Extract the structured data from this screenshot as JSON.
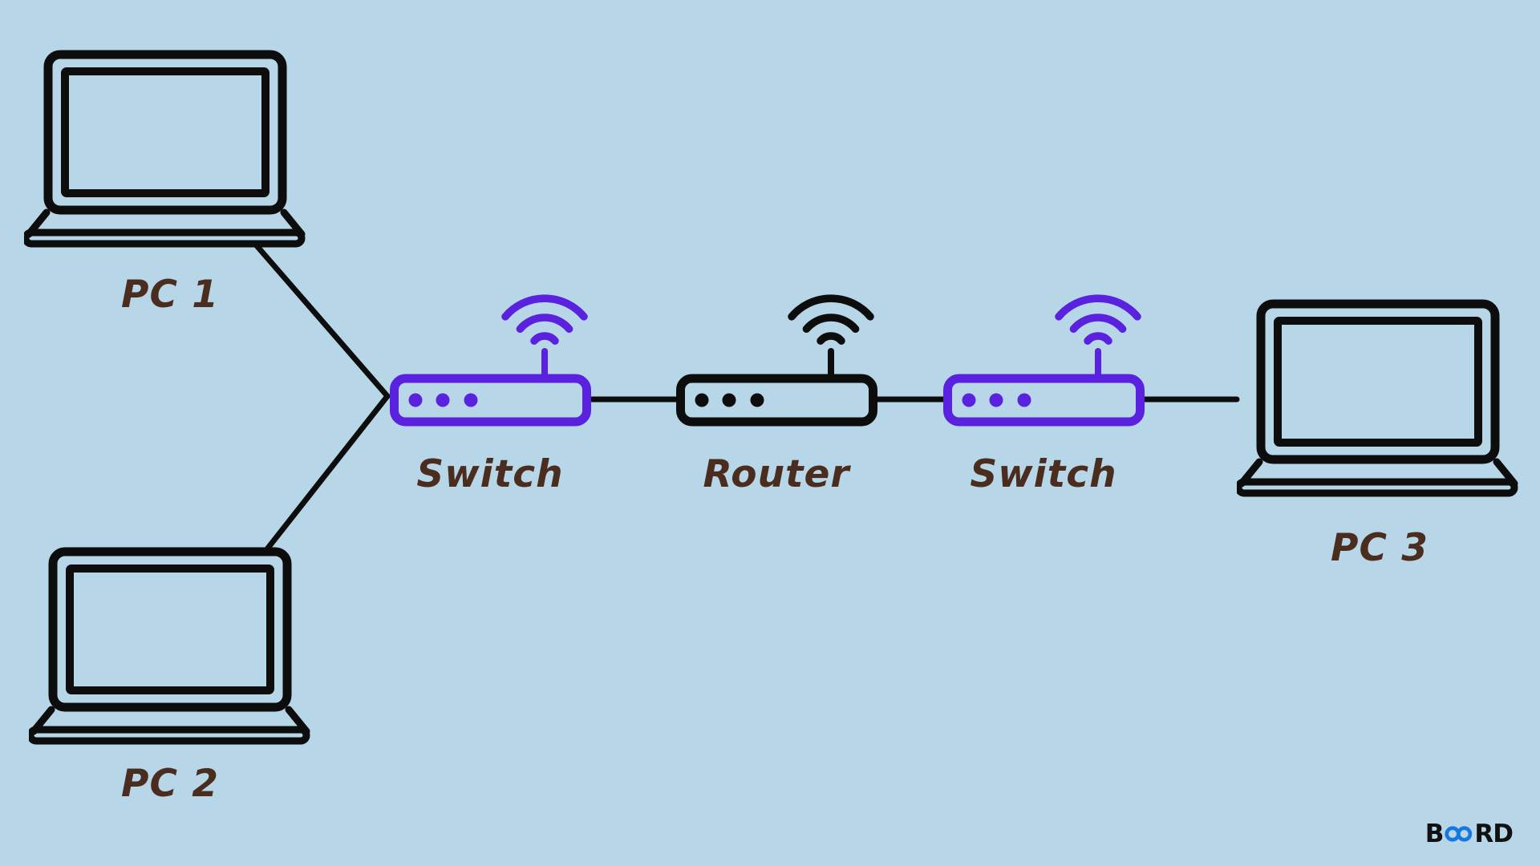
{
  "colors": {
    "background": "#b7d7e8",
    "line": "#0d0d0d",
    "device-purple": "#5a21de",
    "device-black": "#0d0d0d",
    "label-text": "#4a2d1e",
    "logo-black": "#111111",
    "logo-blue": "#1777e0"
  },
  "nodes": [
    {
      "id": "pc1",
      "type": "laptop",
      "label": "PC 1",
      "color": "black"
    },
    {
      "id": "pc2",
      "type": "laptop",
      "label": "PC 2",
      "color": "black"
    },
    {
      "id": "switch1",
      "type": "wireless-switch",
      "label": "Switch",
      "color": "purple"
    },
    {
      "id": "router",
      "type": "wireless-router",
      "label": "Router",
      "color": "black"
    },
    {
      "id": "switch2",
      "type": "wireless-switch",
      "label": "Switch",
      "color": "purple"
    },
    {
      "id": "pc3",
      "type": "laptop",
      "label": "PC 3",
      "color": "black"
    }
  ],
  "edges": [
    {
      "from": "pc1",
      "to": "switch1"
    },
    {
      "from": "pc2",
      "to": "switch1"
    },
    {
      "from": "switch1",
      "to": "router"
    },
    {
      "from": "router",
      "to": "switch2"
    },
    {
      "from": "switch2",
      "to": "pc3"
    }
  ],
  "logo": {
    "text_prefix": "B",
    "infinity_icon": "infinity-loop",
    "text_suffix": "RD"
  }
}
